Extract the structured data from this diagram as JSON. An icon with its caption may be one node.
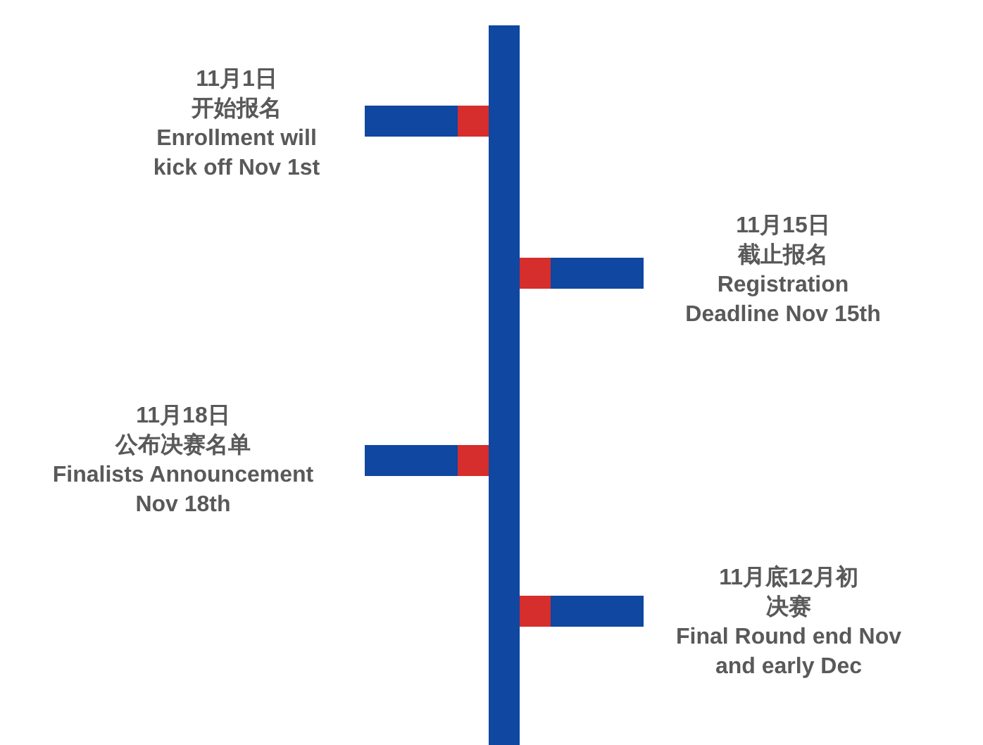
{
  "diagram": {
    "labels": [
      "11月1日",
      "开始报名",
      "Enrollment will kick off Nov 1st",
      "11月15日",
      "截止报名",
      "Registration Deadline Nov 15th",
      "11月18日",
      "公布决赛名单",
      "Finalists Announcement Nov 18th",
      "11月底12月初",
      "决赛",
      "Final Round end Nov and early Dec"
    ]
  }
}
